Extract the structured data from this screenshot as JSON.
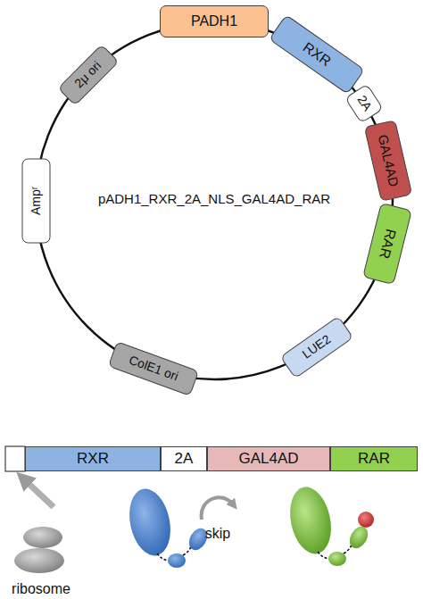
{
  "diagram": {
    "nodes": [
      {
        "text": [
          "PADH1"
        ]
      },
      {
        "text": [
          "RXR"
        ]
      },
      {
        "text": [
          "2A"
        ]
      },
      {
        "text": [
          "GAL4AD"
        ]
      },
      {
        "text": [
          "RAR"
        ]
      },
      {
        "text": [
          "LUE2"
        ]
      },
      {
        "text": [
          "ColE1 ori"
        ]
      },
      {
        "text": [
          "Ampʳ"
        ]
      },
      {
        "text": [
          "2μ ori"
        ]
      },
      {
        "text": [
          "RXR"
        ]
      },
      {
        "text": [
          "2A"
        ]
      },
      {
        "text": [
          "GAL4AD"
        ]
      },
      {
        "text": [
          "RAR"
        ]
      }
    ],
    "labels": [
      "pADH1_RXR_2A_NLS_GAL4AD_RAR",
      "ribosome",
      "skip"
    ]
  }
}
